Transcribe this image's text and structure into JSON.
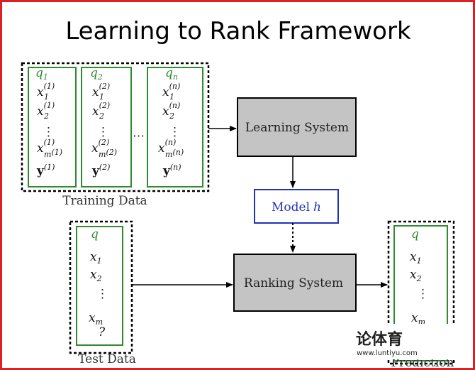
{
  "title": "Learning to Rank Framework",
  "training": {
    "caption": "Training Data",
    "ellipsis": "⋯",
    "queries": [
      {
        "q": "q",
        "qsub": "1",
        "x1": "x",
        "x1sub": "1",
        "x1sup": "(1)",
        "x2": "x",
        "x2sub": "2",
        "x2sup": "(1)",
        "dots": "⋮",
        "xm": "x",
        "xmsub": "m",
        "xmsubsup": "(1)",
        "xmsup": "(1)",
        "y": "y",
        "ysup": "(1)"
      },
      {
        "q": "q",
        "qsub": "2",
        "x1": "x",
        "x1sub": "1",
        "x1sup": "(2)",
        "x2": "x",
        "x2sub": "2",
        "x2sup": "(2)",
        "dots": "⋮",
        "xm": "x",
        "xmsub": "m",
        "xmsubsup": "(2)",
        "xmsup": "(2)",
        "y": "y",
        "ysup": "(2)"
      },
      {
        "q": "q",
        "qsub": "n",
        "x1": "x",
        "x1sub": "1",
        "x1sup": "(n)",
        "x2": "x",
        "x2sub": "2",
        "x2sup": "(n)",
        "dots": "⋮",
        "xm": "x",
        "xmsub": "m",
        "xmsubsup": "(n)",
        "xmsup": "(n)",
        "y": "y",
        "ysup": "(n)"
      }
    ]
  },
  "learning_system": "Learning System",
  "model": {
    "prefix": "Model",
    "var": "h"
  },
  "ranking_system": "Ranking System",
  "test": {
    "caption": "Test Data",
    "q": "q",
    "x1": "x",
    "x1sub": "1",
    "x2": "x",
    "x2sub": "2",
    "dots": "⋮",
    "xm": "x",
    "xmsub": "m",
    "unknown": "?"
  },
  "prediction": {
    "caption": "Prediction",
    "q": "q",
    "x1": "x",
    "x1sub": "1",
    "x2": "x",
    "x2sub": "2",
    "dots": "⋮",
    "xm": "x",
    "xmsub": "m"
  },
  "watermark": {
    "text": "论体育",
    "url": "www.luntiyu.com"
  },
  "colors": {
    "border": "#e02020",
    "green": "#2e8b2e",
    "blue": "#2233bb",
    "gray_box": "#c4c4c4"
  }
}
